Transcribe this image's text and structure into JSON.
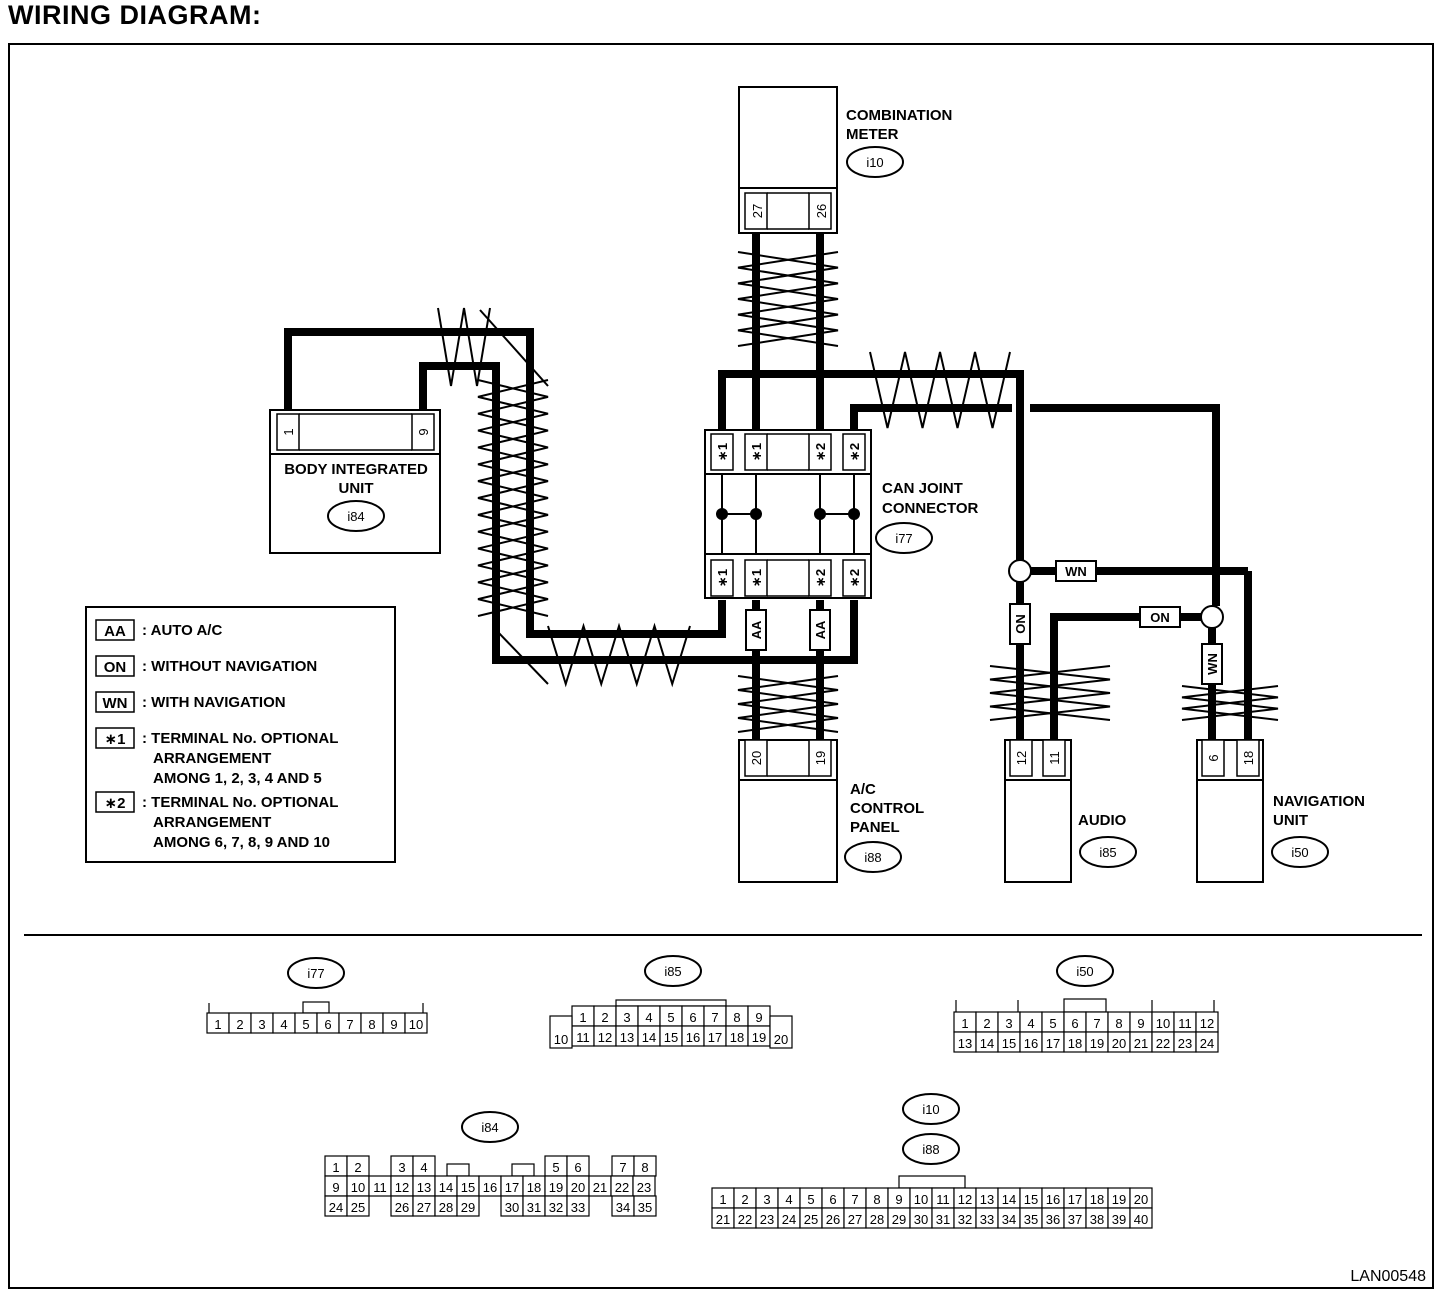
{
  "title": "WIRING DIAGRAM:",
  "diagram_code": "LAN00548",
  "components": {
    "combination_meter": {
      "name_line1": "COMBINATION",
      "name_line2": "METER",
      "id": "i10",
      "pins": [
        "27",
        "26"
      ]
    },
    "body_integrated_unit": {
      "name_line1": "BODY INTEGRATED",
      "name_line2": "UNIT",
      "id": "i84",
      "pins": [
        "1",
        "9"
      ]
    },
    "can_joint_connector": {
      "name_line1": "CAN JOINT",
      "name_line2": "CONNECTOR",
      "id": "i77",
      "pins_top": [
        "∗1",
        "∗1",
        "∗2",
        "∗2"
      ],
      "pins_bottom": [
        "∗1",
        "∗1",
        "∗2",
        "∗2"
      ]
    },
    "ac_control_panel": {
      "name_line1": "A/C",
      "name_line2": "CONTROL",
      "name_line3": "PANEL",
      "id": "i88",
      "pins": [
        "20",
        "19"
      ]
    },
    "audio": {
      "name": "AUDIO",
      "id": "i85",
      "pins": [
        "12",
        "11"
      ]
    },
    "navigation_unit": {
      "name_line1": "NAVIGATION",
      "name_line2": "UNIT",
      "id": "i50",
      "pins": [
        "6",
        "18"
      ]
    }
  },
  "wire_tags": {
    "aa": "AA",
    "on": "ON",
    "wn": "WN"
  },
  "legend": [
    {
      "code": "AA",
      "line1": ": AUTO A/C"
    },
    {
      "code": "ON",
      "line1": ": WITHOUT NAVIGATION"
    },
    {
      "code": "WN",
      "line1": ": WITH NAVIGATION"
    },
    {
      "code": "∗1",
      "line1": ": TERMINAL No. OPTIONAL",
      "line2": "ARRANGEMENT",
      "line3": "AMONG 1, 2, 3, 4 AND 5"
    },
    {
      "code": "∗2",
      "line1": ": TERMINAL No. OPTIONAL",
      "line2": "ARRANGEMENT",
      "line3": "AMONG 6, 7, 8, 9 AND 10"
    }
  ],
  "connector_faces": [
    {
      "id": "i77",
      "rows": [
        [
          "1",
          "2",
          "3",
          "4",
          "5",
          "6",
          "7",
          "8",
          "9",
          "10"
        ]
      ]
    },
    {
      "id": "i85",
      "rows": [
        [
          "1",
          "2",
          "3",
          "4",
          "5",
          "6",
          "7",
          "8",
          "9"
        ],
        [
          "11",
          "12",
          "13",
          "14",
          "15",
          "16",
          "17",
          "18",
          "19"
        ]
      ],
      "side_left": "10",
      "side_right": "20"
    },
    {
      "id": "i50",
      "rows": [
        [
          "1",
          "2",
          "3",
          "4",
          "5",
          "6",
          "7",
          "8",
          "9",
          "10",
          "11",
          "12"
        ],
        [
          "13",
          "14",
          "15",
          "16",
          "17",
          "18",
          "19",
          "20",
          "21",
          "22",
          "23",
          "24"
        ]
      ]
    },
    {
      "id": "i84",
      "rows": [
        [
          "1",
          "2",
          "3",
          "4",
          "5",
          "6",
          "7",
          "8"
        ],
        [
          "9",
          "10",
          "11",
          "12",
          "13",
          "14",
          "15",
          "16",
          "17",
          "18",
          "19",
          "20",
          "21",
          "22",
          "23"
        ],
        [
          "24",
          "25",
          "26",
          "27",
          "28",
          "29",
          "30",
          "31",
          "32",
          "33",
          "34",
          "35"
        ]
      ]
    },
    {
      "id": "i10",
      "id2": "i88",
      "rows": [
        [
          "1",
          "2",
          "3",
          "4",
          "5",
          "6",
          "7",
          "8",
          "9",
          "10",
          "11",
          "12",
          "13",
          "14",
          "15",
          "16",
          "17",
          "18",
          "19",
          "20"
        ],
        [
          "21",
          "22",
          "23",
          "24",
          "25",
          "26",
          "27",
          "28",
          "29",
          "30",
          "31",
          "32",
          "33",
          "34",
          "35",
          "36",
          "37",
          "38",
          "39",
          "40"
        ]
      ]
    }
  ]
}
